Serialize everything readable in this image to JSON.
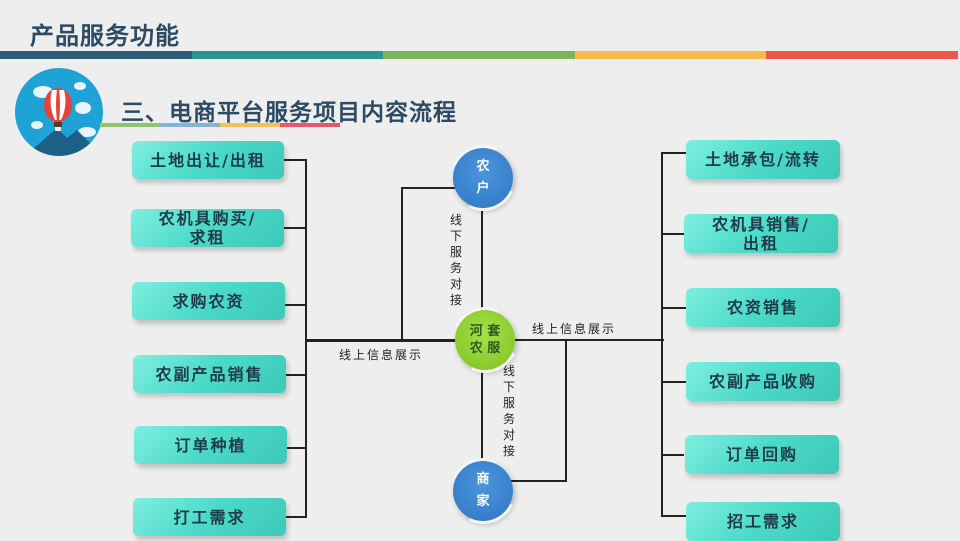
{
  "header": {
    "title": "产品服务功能",
    "bar_colors": [
      "#2d5f7a",
      "#2a9494",
      "#7ab55c",
      "#f6bb4c",
      "#f0574b"
    ]
  },
  "section": {
    "title": "三、电商平台服务项目内容流程",
    "logo_icon": "hot-air-balloon-icon",
    "underline_colors": [
      "#8cc56a",
      "#7fb4df",
      "#f6c24f",
      "#e8586a"
    ]
  },
  "center": {
    "hub": {
      "line1": "河 套",
      "line2": "农 服",
      "color": "#8ed321"
    },
    "top": {
      "line1": "农",
      "line2": "户",
      "color": "#3d86d1"
    },
    "bottom": {
      "line1": "商",
      "line2": "家",
      "color": "#3d86d1"
    }
  },
  "labels": {
    "online_left": "线上信息展示",
    "online_right": "线上信息展示",
    "offline_top": [
      "线",
      "下",
      "服",
      "务",
      "对",
      "接"
    ],
    "offline_bottom": [
      "线",
      "下",
      "服",
      "务",
      "对",
      "接"
    ]
  },
  "left_items": [
    {
      "line1": "土地出让/出租",
      "line2": ""
    },
    {
      "line1": "农机具购买/",
      "line2": "求租"
    },
    {
      "line1": "求购农资",
      "line2": ""
    },
    {
      "line1": "农副产品销售",
      "line2": ""
    },
    {
      "line1": "订单种植",
      "line2": ""
    },
    {
      "line1": "打工需求",
      "line2": ""
    }
  ],
  "right_items": [
    {
      "line1": "土地承包/流转",
      "line2": ""
    },
    {
      "line1": "农机具销售/",
      "line2": "出租"
    },
    {
      "line1": "农资销售",
      "line2": ""
    },
    {
      "line1": "农副产品收购",
      "line2": ""
    },
    {
      "line1": "订单回购",
      "line2": ""
    },
    {
      "line1": "招工需求",
      "line2": ""
    }
  ]
}
